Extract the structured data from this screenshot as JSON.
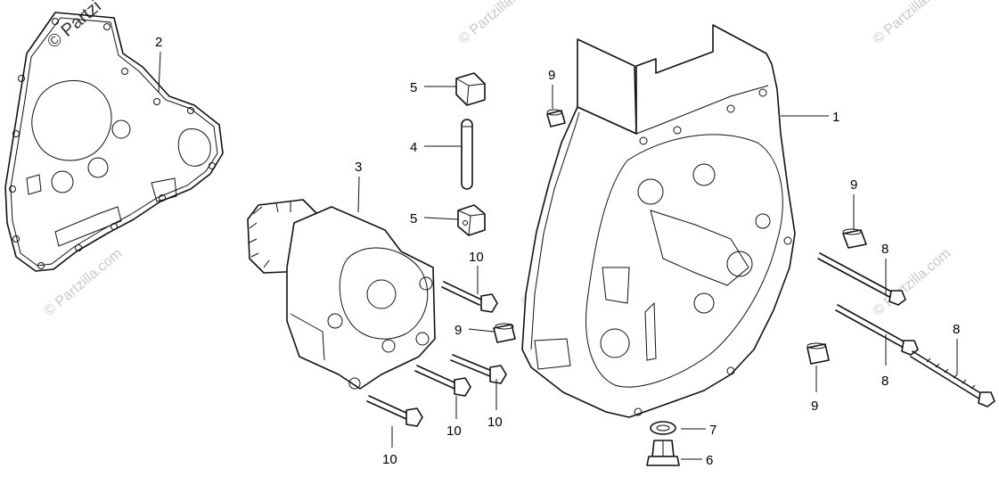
{
  "watermark": {
    "text": "© Partzilla.com",
    "partial_text": "© Partzi"
  },
  "callouts": {
    "part_1": "1",
    "part_2": "2",
    "part_3": "3",
    "part_4": "4",
    "part_5": "5",
    "part_6": "6",
    "part_7": "7",
    "part_8": "8",
    "part_9": "9",
    "part_10": "10"
  }
}
